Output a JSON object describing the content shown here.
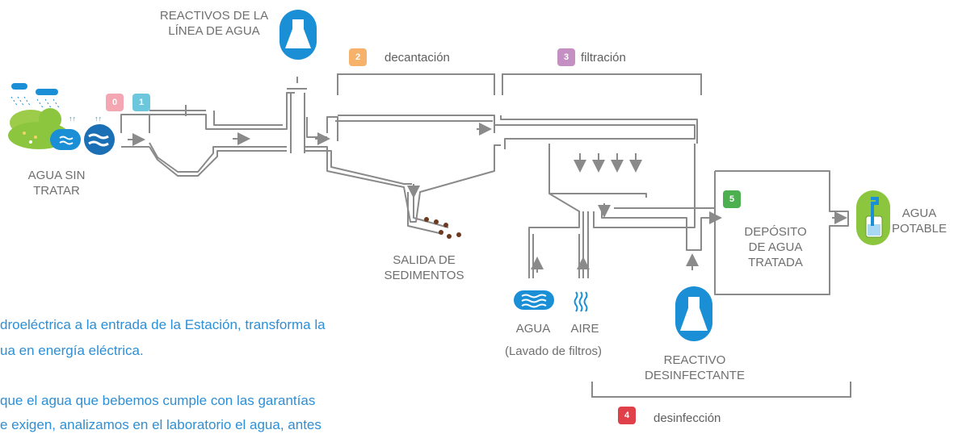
{
  "labels": {
    "reactivos_linea_1": "REACTIVOS DE LA",
    "reactivos_linea_2": "LÍNEA DE AGUA",
    "agua_sin_1": "AGUA SIN",
    "agua_sin_2": "TRATAR",
    "salida_1": "SALIDA DE",
    "salida_2": "SEDIMENTOS",
    "agua": "AGUA",
    "aire": "AIRE",
    "lavado": "(Lavado de filtros)",
    "reactivo_des_1": "REACTIVO",
    "reactivo_des_2": "DESINFECTANTE",
    "deposito_1": "DEPÓSITO",
    "deposito_2": "DE AGUA",
    "deposito_3": "TRATADA",
    "agua_potable_1": "AGUA",
    "agua_potable_2": "POTABLE"
  },
  "stages": [
    {
      "num": "0",
      "name": "",
      "color": "#f4a7b2"
    },
    {
      "num": "1",
      "name": "",
      "color": "#6cc7dc"
    },
    {
      "num": "2",
      "name": "decantación",
      "color": "#f6b26b"
    },
    {
      "num": "3",
      "name": "filtración",
      "color": "#c48fc3"
    },
    {
      "num": "4",
      "name": "desinfección",
      "color": "#e0404a"
    },
    {
      "num": "5",
      "name": "",
      "color": "#4caf50"
    }
  ],
  "paragraph": {
    "line1": "droeléctrica a la entrada de la Estación, transforma la",
    "line2": "ua en energía eléctrica.",
    "line3": "que el agua que bebemos cumple con las garantías",
    "line4": "e exigen, analizamos en el laboratorio el agua, antes"
  },
  "colors": {
    "pipe": "#8a8a8a",
    "water_blue": "#1a8fd6",
    "green": "#8cc63f",
    "sediment": "#6b3a1f",
    "text_blue": "#2d8fd5"
  }
}
